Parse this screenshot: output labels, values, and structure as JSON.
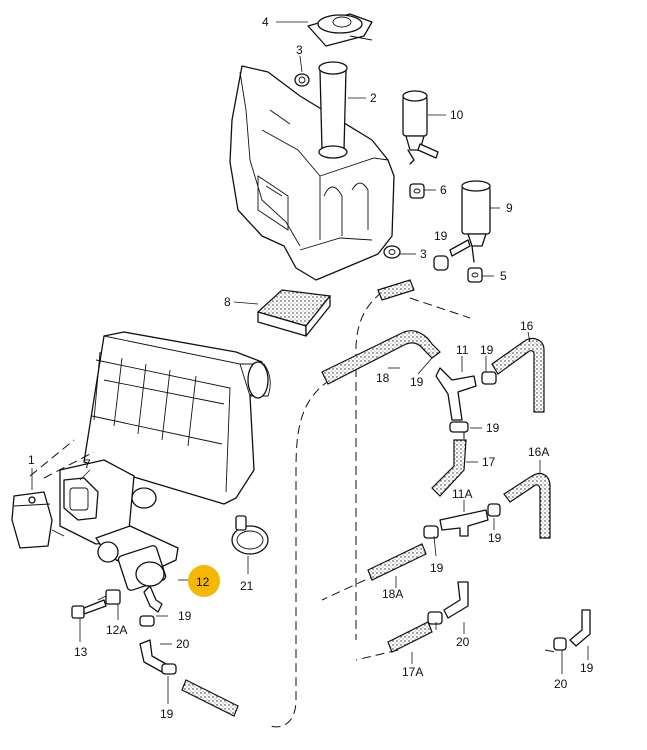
{
  "diagram": {
    "highlight_color": "#f5b800",
    "labels": [
      {
        "id": "4",
        "text": "4"
      },
      {
        "id": "3a",
        "text": "3"
      },
      {
        "id": "2",
        "text": "2"
      },
      {
        "id": "10",
        "text": "10"
      },
      {
        "id": "6",
        "text": "6"
      },
      {
        "id": "9",
        "text": "9"
      },
      {
        "id": "3b",
        "text": "3"
      },
      {
        "id": "19a",
        "text": "19"
      },
      {
        "id": "5",
        "text": "5"
      },
      {
        "id": "8",
        "text": "8"
      },
      {
        "id": "16",
        "text": "16"
      },
      {
        "id": "11",
        "text": "11"
      },
      {
        "id": "19b",
        "text": "19"
      },
      {
        "id": "18",
        "text": "18"
      },
      {
        "id": "19c",
        "text": "19"
      },
      {
        "id": "19d",
        "text": "19"
      },
      {
        "id": "17",
        "text": "17"
      },
      {
        "id": "16A",
        "text": "16A"
      },
      {
        "id": "1",
        "text": "1"
      },
      {
        "id": "7",
        "text": "7"
      },
      {
        "id": "11A",
        "text": "11A"
      },
      {
        "id": "19e",
        "text": "19"
      },
      {
        "id": "19f",
        "text": "19"
      },
      {
        "id": "12",
        "text": "12"
      },
      {
        "id": "21",
        "text": "21"
      },
      {
        "id": "18A",
        "text": "18A"
      },
      {
        "id": "19g",
        "text": "19"
      },
      {
        "id": "12A",
        "text": "12A"
      },
      {
        "id": "20a",
        "text": "20"
      },
      {
        "id": "20b",
        "text": "20"
      },
      {
        "id": "13",
        "text": "13"
      },
      {
        "id": "17A",
        "text": "17A"
      },
      {
        "id": "19h",
        "text": "19"
      },
      {
        "id": "20c",
        "text": "20"
      },
      {
        "id": "19i",
        "text": "19"
      }
    ]
  }
}
